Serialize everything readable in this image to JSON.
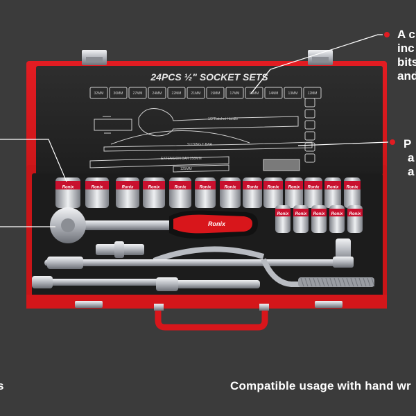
{
  "palette": {
    "background": "#3b3b3b",
    "case_red": "#d8161b",
    "case_dark_red": "#a80f12",
    "tray_gray": "#1f1f1f",
    "lid_gray": "#2a2a2a",
    "chrome": "#c9ccd1",
    "brand_red": "#c8102e"
  },
  "lid": {
    "title": "24PCS ½\" SOCKET SETS",
    "socket_sizes": [
      "32MM",
      "30MM",
      "27MM",
      "24MM",
      "22MM",
      "21MM",
      "19MM",
      "17MM",
      "16MM",
      "14MM",
      "13MM",
      "12MM"
    ],
    "labels": {
      "ratchet": "1/2\"Ratchet Handle",
      "sliding_t_bar": "SLIDING T BAR",
      "extension_long": "EXTENSION BAR 250MM",
      "extension_short": "125MM"
    }
  },
  "socket_brand": "Ronix",
  "handle_brand": "Ronix",
  "callouts": {
    "top_right": [
      "A c",
      "inc",
      "bits",
      "and"
    ],
    "middle_right": [
      "P",
      "a",
      "a"
    ]
  },
  "caption": {
    "left_fragment": "s",
    "right": "Compatible usage with hand wr"
  }
}
